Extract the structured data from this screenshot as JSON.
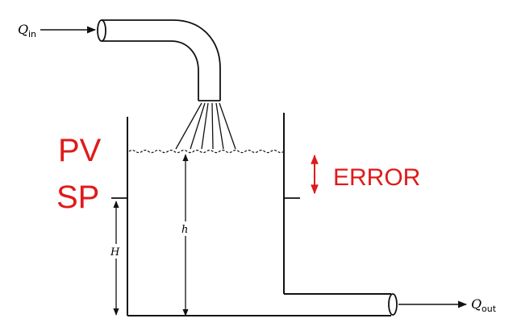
{
  "labels": {
    "q_in": "Q",
    "q_in_sub": "in",
    "q_out": "Q",
    "q_out_sub": "out",
    "pv": "PV",
    "sp": "SP",
    "error": "ERROR",
    "h_level": "h",
    "h_setpoint": "H"
  },
  "colors": {
    "annotation": "#e01a1a",
    "line": "#111111"
  }
}
